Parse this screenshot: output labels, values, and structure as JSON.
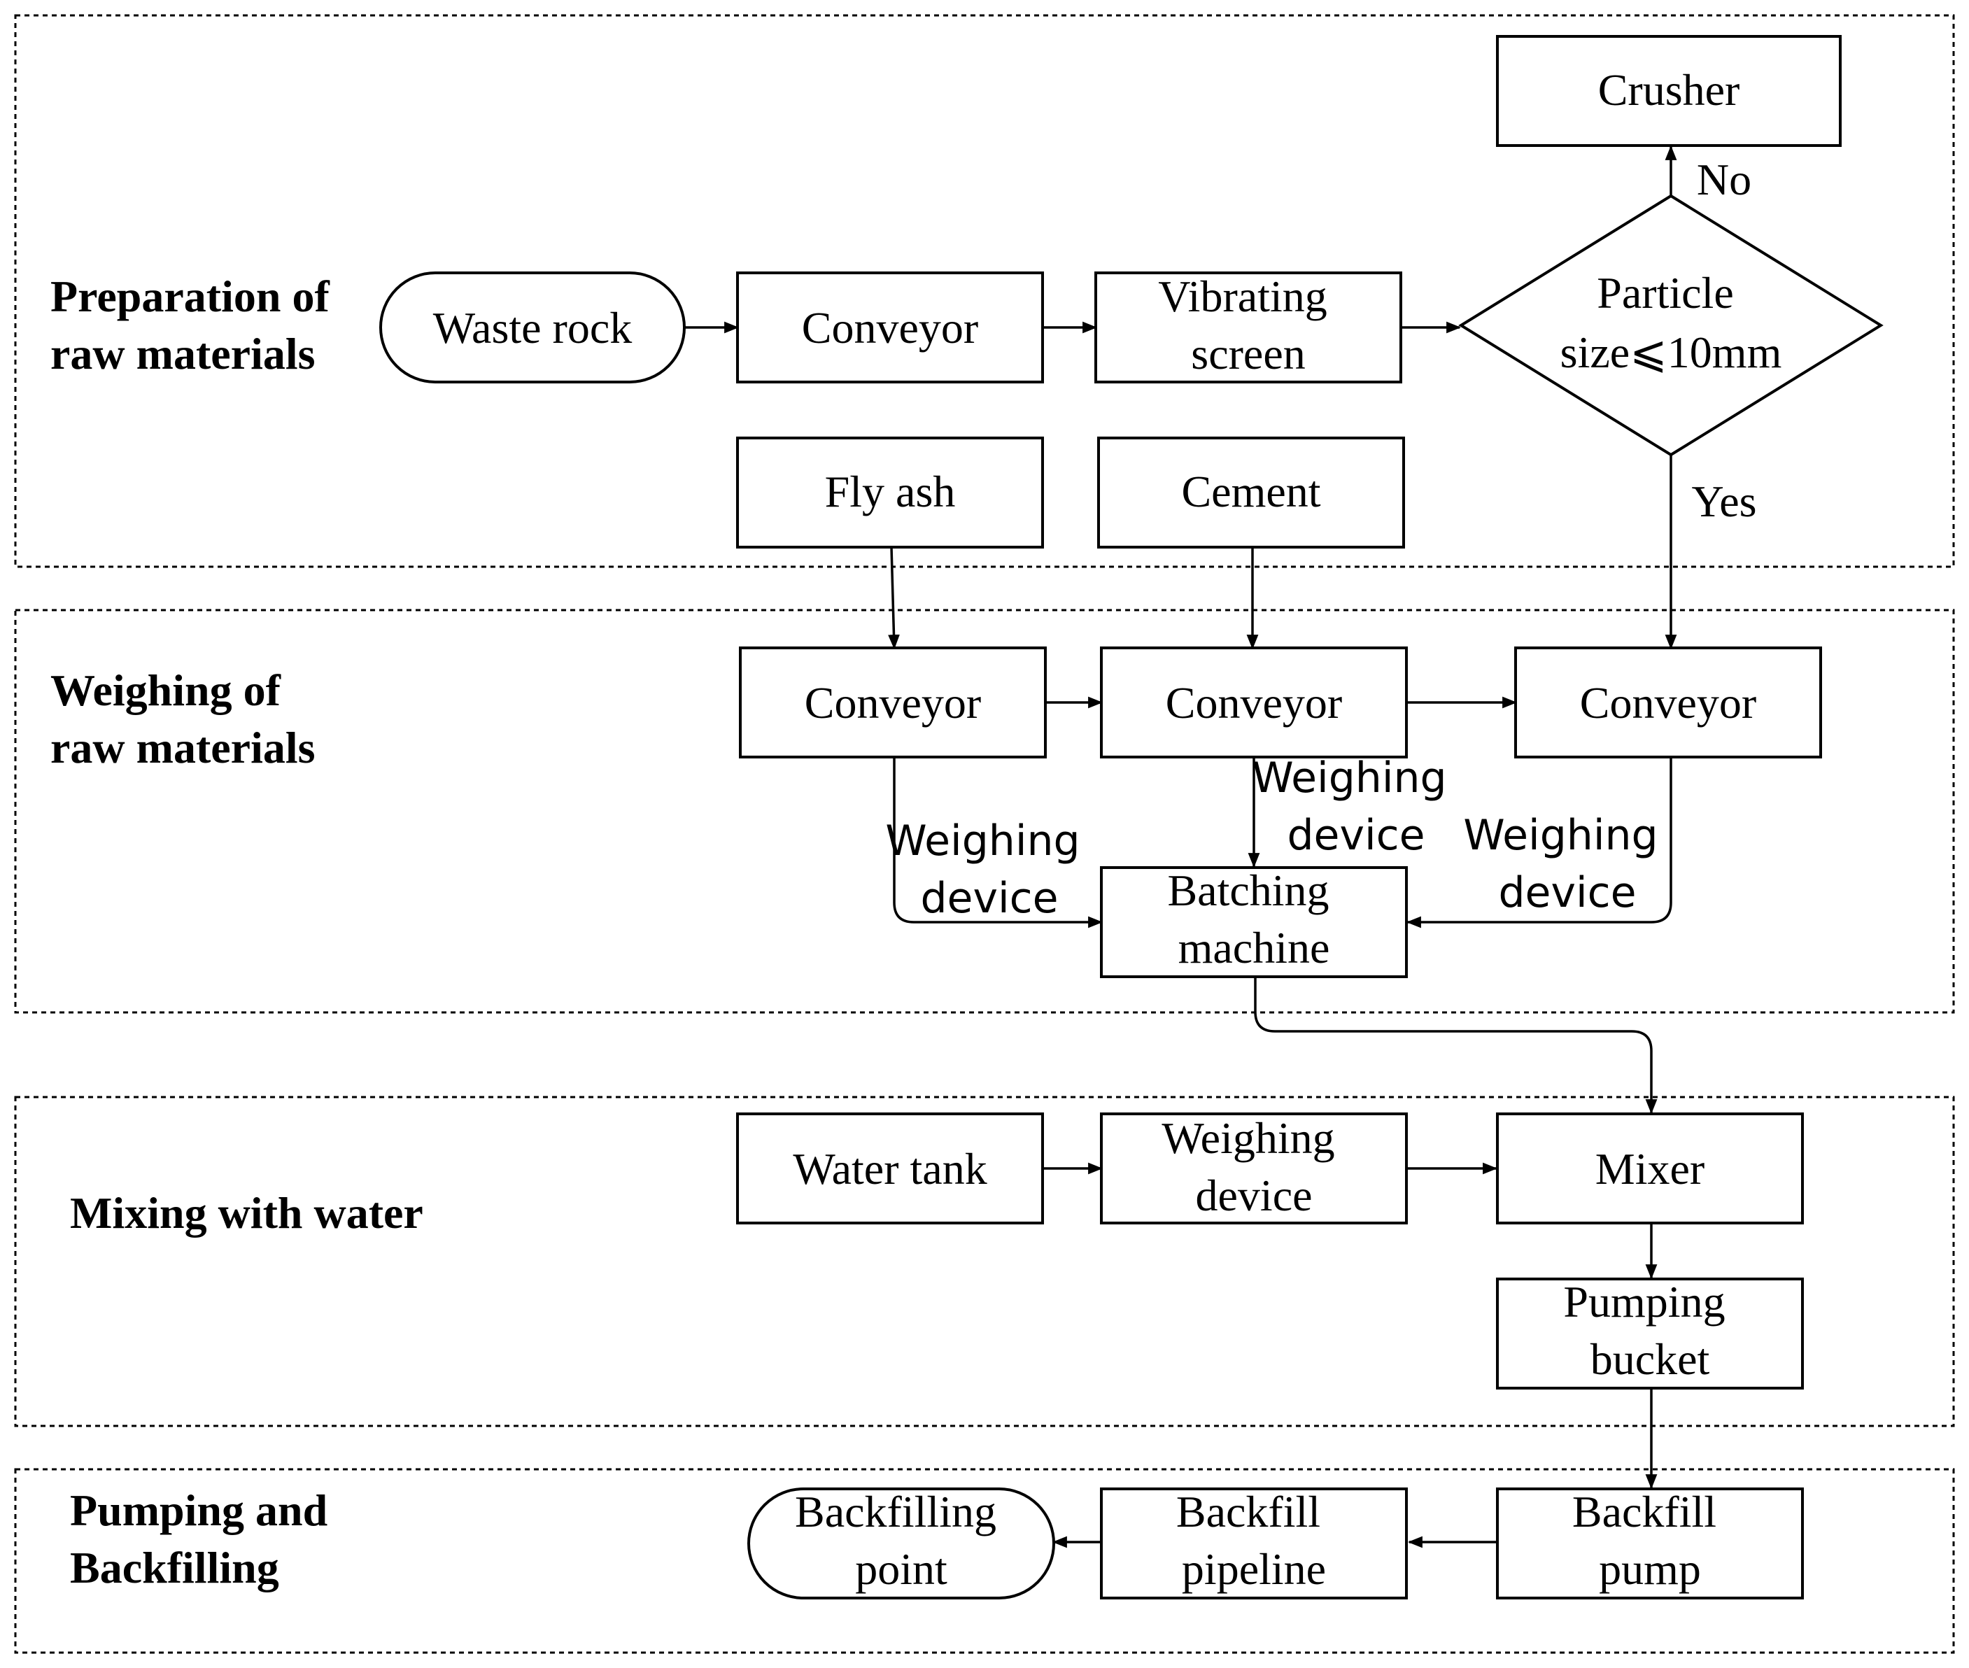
{
  "sections": {
    "preparation": [
      "Preparation of",
      "raw materials"
    ],
    "weighing": [
      "Weighing of",
      "raw materials"
    ],
    "mixing": [
      "Mixing with water"
    ],
    "pumping": [
      "Pumping and",
      "Backfilling"
    ]
  },
  "nodes": {
    "waste_rock": [
      "Waste rock"
    ],
    "conveyor_prep": [
      "Conveyor"
    ],
    "vibrating_screen": [
      "Vibrating",
      "screen"
    ],
    "particle_check": [
      "Particle",
      "size⩽10mm"
    ],
    "crusher": [
      "Crusher"
    ],
    "fly_ash": [
      "Fly ash"
    ],
    "cement": [
      "Cement"
    ],
    "conveyor_1": [
      "Conveyor"
    ],
    "conveyor_2": [
      "Conveyor"
    ],
    "conveyor_3": [
      "Conveyor"
    ],
    "batching_machine": [
      "Batching",
      "machine"
    ],
    "water_tank": [
      "Water tank"
    ],
    "weighing_device_water": [
      "Weighing",
      "device"
    ],
    "mixer": [
      "Mixer"
    ],
    "pumping_bucket": [
      "Pumping",
      "bucket"
    ],
    "backfill_pump": [
      "Backfill",
      "pump"
    ],
    "backfill_pipeline": [
      "Backfill",
      "pipeline"
    ],
    "backfilling_point": [
      "Backfilling",
      "point"
    ]
  },
  "edge_labels": {
    "no": "No",
    "yes": "Yes",
    "weighing_left": [
      "Weighing",
      "device"
    ],
    "weighing_mid": [
      "Weighing",
      "device"
    ],
    "weighing_right": [
      "Weighing",
      "device"
    ]
  }
}
